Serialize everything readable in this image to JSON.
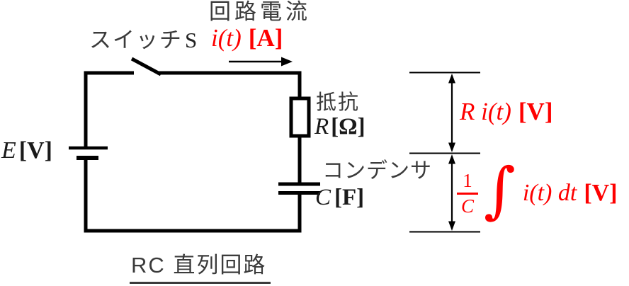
{
  "diagram": {
    "title": "RC 直列回路",
    "colors": {
      "accent_red": "#fe0000",
      "text_dark": "#3b3b3b",
      "wire": "#000000"
    },
    "switch": {
      "jp_label": "スイッチ",
      "symbol": "S"
    },
    "current": {
      "jp_label": "回路電流",
      "symbol": "i(t)",
      "unit": "[A]"
    },
    "source": {
      "symbol": "E",
      "unit": "[V]"
    },
    "resistor": {
      "jp_label": "抵抗",
      "symbol": "R",
      "unit": "[Ω]"
    },
    "capacitor": {
      "jp_label": "コンデンサ",
      "symbol": "C",
      "unit": "[F]"
    },
    "voltage_resistor": {
      "expr": "R i(t)",
      "unit": "[V]"
    },
    "voltage_capacitor": {
      "numerator": "1",
      "denominator": "C",
      "integral": "∫",
      "integrand": "i(t) dt",
      "unit": "[V]"
    }
  }
}
